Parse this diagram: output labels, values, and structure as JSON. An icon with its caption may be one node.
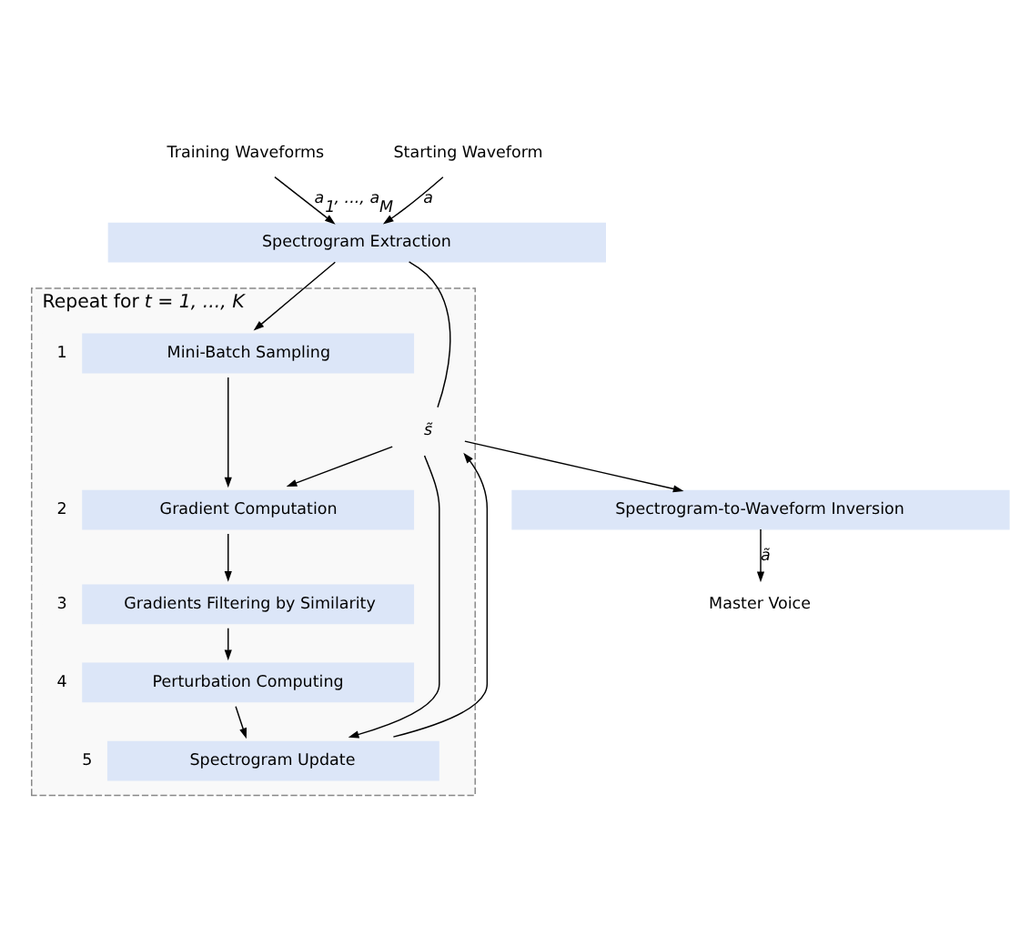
{
  "diagram": {
    "nodes": [
      {
        "text": [
          "Training Waveforms"
        ]
      },
      {
        "text": [
          "Starting Waveform"
        ]
      },
      {
        "text": [
          "Spectrogram Extraction"
        ]
      },
      {
        "text": [
          "Repeat for *t = 1, ..., K*"
        ]
      },
      {
        "text": [
          "Mini-Batch Sampling"
        ],
        "in": 3,
        "beside": [
          "1"
        ]
      },
      {
        "text": [
          "*s̃*"
        ],
        "in": 3
      },
      {
        "text": [
          "Gradient Computation"
        ],
        "in": 3,
        "beside": [
          "2"
        ]
      },
      {
        "text": [
          "Gradients Filtering by Similarity"
        ],
        "in": 3,
        "beside": [
          "3"
        ]
      },
      {
        "text": [
          "Perturbation Computing"
        ],
        "in": 3,
        "beside": [
          "4"
        ]
      },
      {
        "text": [
          "Spectrogram Update"
        ],
        "in": 3,
        "beside": [
          "5"
        ]
      },
      {
        "text": [
          "Spectrogram-to-Waveform Inversion"
        ]
      },
      {
        "text": [
          "Master Voice"
        ]
      }
    ],
    "edges": [
      {
        "from": 0,
        "to": 2,
        "arrow": "to",
        "label": "*a$_{1}$, ..., a$_{M}$*"
      },
      {
        "from": 1,
        "to": 2,
        "arrow": "to",
        "label": "*a*"
      },
      {
        "from": 2,
        "to": 4,
        "arrow": "to"
      },
      {
        "from": 2,
        "to": 5,
        "arrow": "none"
      },
      {
        "from": 4,
        "to": 6,
        "arrow": "to"
      },
      {
        "from": 5,
        "to": 6,
        "arrow": "to"
      },
      {
        "from": 6,
        "to": 7,
        "arrow": "to"
      },
      {
        "from": 7,
        "to": 8,
        "arrow": "to"
      },
      {
        "from": 8,
        "to": 9,
        "arrow": "to"
      },
      {
        "from": 5,
        "to": 9,
        "arrow": "to"
      },
      {
        "from": 9,
        "to": 5,
        "arrow": "to"
      },
      {
        "from": 5,
        "to": 10,
        "arrow": "to"
      },
      {
        "from": 10,
        "to": 11,
        "arrow": "to",
        "label": "*ã*"
      }
    ]
  }
}
